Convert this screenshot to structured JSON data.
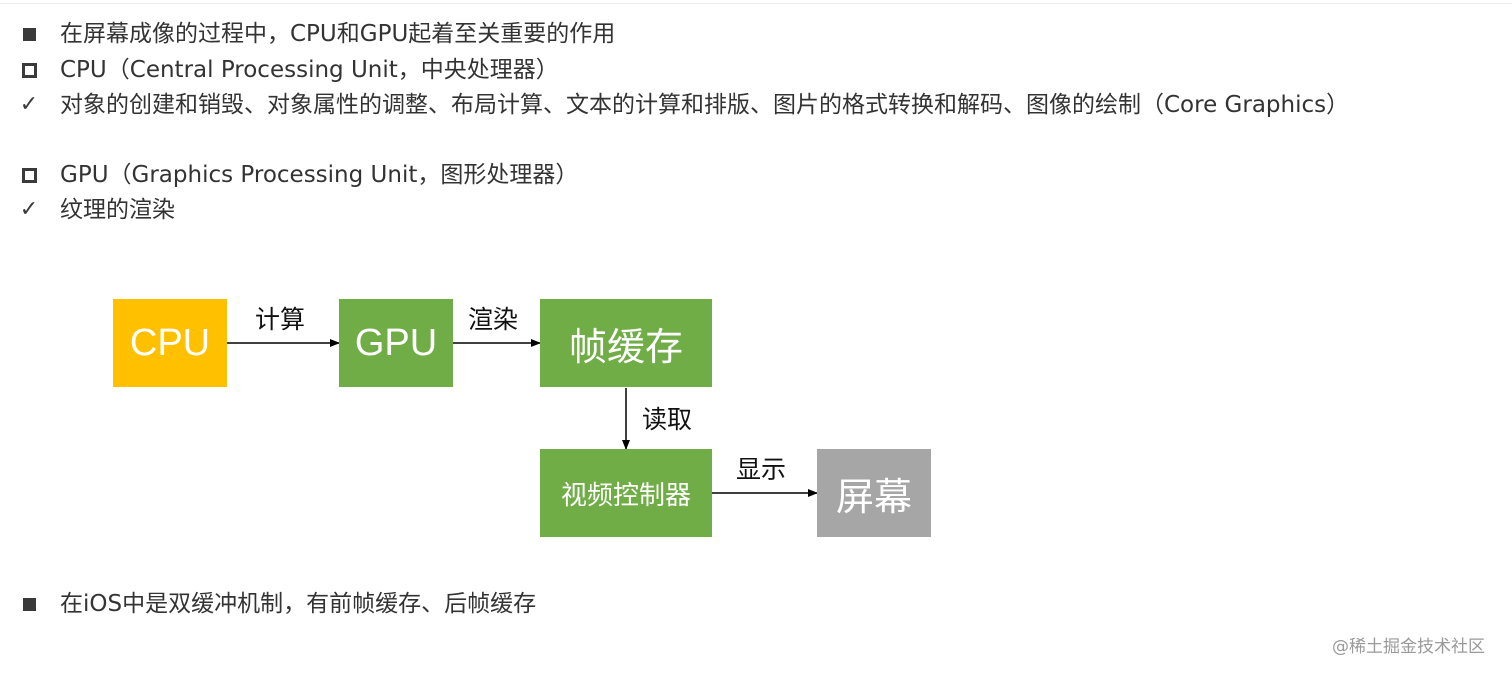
{
  "bullets": [
    {
      "marker": "filled-square",
      "text": "在屏幕成像的过程中，CPU和GPU起着至关重要的作用"
    },
    {
      "marker": "hollow-square",
      "text": "CPU（Central Processing Unit，中央处理器）"
    },
    {
      "marker": "check",
      "text": "对象的创建和销毁、对象属性的调整、布局计算、文本的计算和排版、图片的格式转换和解码、图像的绘制（Core Graphics）"
    },
    {
      "marker": "hollow-square",
      "text": "GPU（Graphics Processing Unit，图形处理器）"
    },
    {
      "marker": "check",
      "text": "纹理的渲染"
    },
    {
      "marker": "filled-square",
      "text": "在iOS中是双缓冲机制，有前帧缓存、后帧缓存"
    }
  ],
  "check_glyph": "✓",
  "diagram": {
    "nodes": {
      "cpu": {
        "label": "CPU",
        "color": "#FFC000"
      },
      "gpu": {
        "label": "GPU",
        "color": "#70AD47"
      },
      "frame_buffer": {
        "label": "帧缓存",
        "color": "#70AD47"
      },
      "video_controller": {
        "label": "视频控制器",
        "color": "#70AD47"
      },
      "screen": {
        "label": "屏幕",
        "color": "#A6A6A6"
      }
    },
    "edges": {
      "cpu_to_gpu": "计算",
      "gpu_to_frame_buffer": "渲染",
      "frame_buffer_to_video_controller": "读取",
      "video_controller_to_screen": "显示"
    }
  },
  "watermark": "@稀土掘金技术社区"
}
